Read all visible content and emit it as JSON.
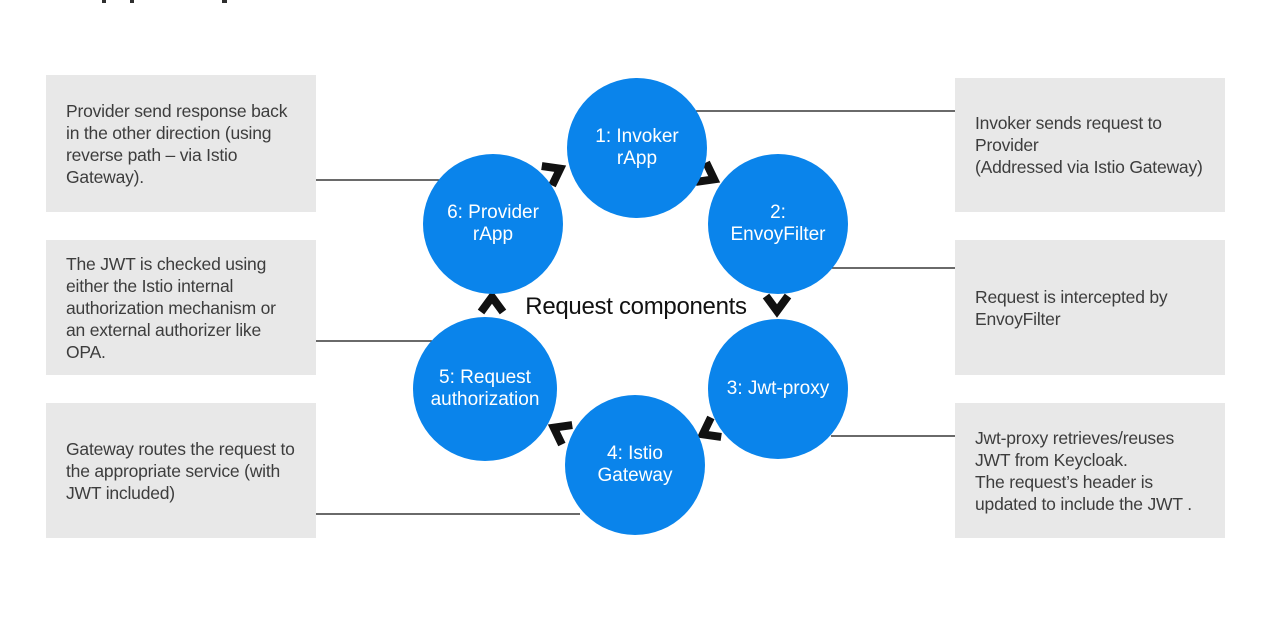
{
  "colors": {
    "node_fill": "#0a84eb",
    "node_text": "#ffffff",
    "note_bg": "#e8e8e8",
    "note_text": "#3d3d3d",
    "line": "#111111",
    "center_text": "#111111"
  },
  "diagram": {
    "center_label": "Request components",
    "nodes": [
      {
        "label": "1: Invoker\nrApp"
      },
      {
        "label": "2:\nEnvoyFilter"
      },
      {
        "label": "3: Jwt-proxy"
      },
      {
        "label": "4: Istio\nGateway"
      },
      {
        "label": "5: Request\nauthorization"
      },
      {
        "label": "6: Provider\nrApp"
      }
    ],
    "notes": {
      "left": [
        "Provider send response back in the other direction (using reverse path – via Istio Gateway).",
        "The JWT is checked using either the Istio internal authorization mechanism or an external authorizer like OPA.",
        "Gateway routes the request to the appropriate service (with JWT included)"
      ],
      "right": [
        "Invoker sends request to Provider\n(Addressed via Istio Gateway)",
        "Request is intercepted by EnvoyFilter",
        "Jwt-proxy retrieves/reuses JWT from Keycloak.\nThe request’s header is updated to include the JWT ."
      ]
    }
  }
}
